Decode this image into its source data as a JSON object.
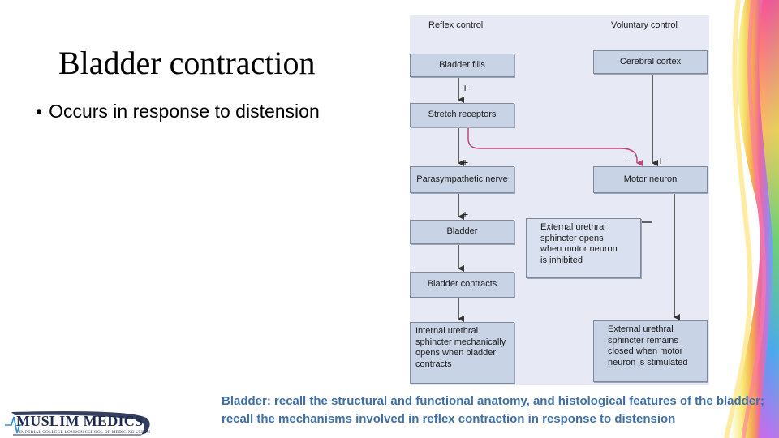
{
  "slide": {
    "title": "Bladder contraction",
    "bullet": "Occurs in response to distension",
    "footer": "Bladder: recall the structural and functional anatomy, and histological features of the bladder; recall the mechanisms involved in reflex contraction in response to distension"
  },
  "diagram": {
    "reflex_header": "Reflex control",
    "voluntary_header": "Voluntary control",
    "boxes": {
      "bladder_fills": "Bladder fills",
      "stretch_receptors": "Stretch receptors",
      "parasympathetic_nerve": "Parasympathetic nerve",
      "bladder": "Bladder",
      "bladder_contracts": "Bladder contracts",
      "internal_sphincter": [
        "Internal urethral",
        "sphincter mechanically",
        "opens when bladder",
        "contracts"
      ],
      "cerebral_cortex": "Cerebral cortex",
      "motor_neuron": "Motor neuron",
      "external_opens": [
        "External urethral",
        "sphincter opens",
        "when motor neuron",
        "is inhibited"
      ],
      "external_remains": [
        "External urethral",
        "sphincter remains",
        "closed when motor",
        "neuron is stimulated"
      ]
    },
    "signs": {
      "plus_stretch": "+",
      "plus_parasym": "+",
      "plus_bladder": "+",
      "minus_motor": "−",
      "plus_motor": "+"
    },
    "colors": {
      "box": "#c9d3e6",
      "background": "#e7eaf4",
      "inhibitory_arrow": "#c2447e"
    }
  },
  "logo": {
    "name": "MUSLIM MEDICS",
    "subtitle": "IMPERIAL COLLEGE LONDON SCHOOL OF MEDICINE UNION"
  },
  "decoration": {
    "icon": "rainbow-swirl-icon"
  }
}
